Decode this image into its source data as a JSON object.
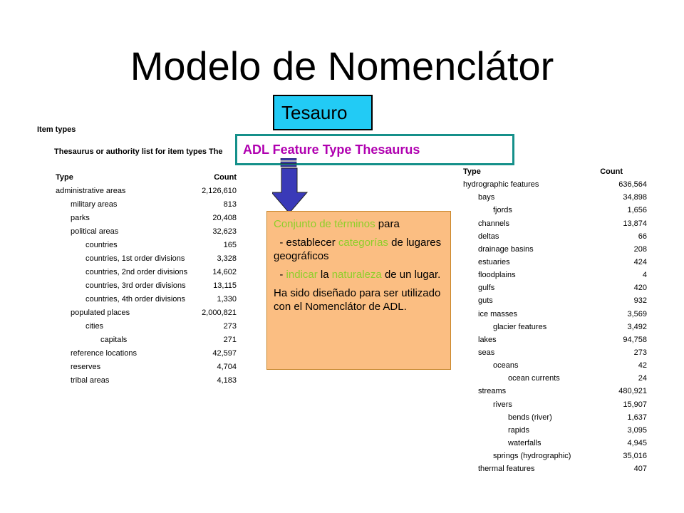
{
  "slide": {
    "title": "Modelo de Nomenclátor",
    "tesauro_label": "Tesauro",
    "adl_label": "ADL Feature Type Thesaurus"
  },
  "left_panel": {
    "heading": "Item types",
    "subheading": "Thesaurus or authority list for item types The",
    "col_type": "Type",
    "col_count": "Count",
    "rows": [
      {
        "name": "administrative areas",
        "count": "2,126,610",
        "level": 0
      },
      {
        "name": "military areas",
        "count": "813",
        "level": 1
      },
      {
        "name": "parks",
        "count": "20,408",
        "level": 1
      },
      {
        "name": "political areas",
        "count": "32,623",
        "level": 1
      },
      {
        "name": "countries",
        "count": "165",
        "level": 2
      },
      {
        "name": "countries, 1st order divisions",
        "count": "3,328",
        "level": 2
      },
      {
        "name": "countries, 2nd order divisions",
        "count": "14,602",
        "level": 2
      },
      {
        "name": "countries, 3rd order divisions",
        "count": "13,115",
        "level": 2
      },
      {
        "name": "countries, 4th order divisions",
        "count": "1,330",
        "level": 2
      },
      {
        "name": "populated places",
        "count": "2,000,821",
        "level": 1
      },
      {
        "name": "cities",
        "count": "273",
        "level": 2
      },
      {
        "name": "capitals",
        "count": "271",
        "level": 3
      },
      {
        "name": "reference locations",
        "count": "42,597",
        "level": 1
      },
      {
        "name": "reserves",
        "count": "4,704",
        "level": 1
      },
      {
        "name": "tribal areas",
        "count": "4,183",
        "level": 1
      }
    ]
  },
  "right_panel": {
    "col_type": "Type",
    "col_count": "Count",
    "rows": [
      {
        "name": "hydrographic features",
        "count": "636,564",
        "level": 0
      },
      {
        "name": "bays",
        "count": "34,898",
        "level": 1
      },
      {
        "name": "fjords",
        "count": "1,656",
        "level": 2
      },
      {
        "name": "channels",
        "count": "13,874",
        "level": 1
      },
      {
        "name": "deltas",
        "count": "66",
        "level": 1
      },
      {
        "name": "drainage basins",
        "count": "208",
        "level": 1
      },
      {
        "name": "estuaries",
        "count": "424",
        "level": 1
      },
      {
        "name": "floodplains",
        "count": "4",
        "level": 1
      },
      {
        "name": "gulfs",
        "count": "420",
        "level": 1
      },
      {
        "name": "guts",
        "count": "932",
        "level": 1
      },
      {
        "name": "ice masses",
        "count": "3,569",
        "level": 1
      },
      {
        "name": "glacier features",
        "count": "3,492",
        "level": 2
      },
      {
        "name": "lakes",
        "count": "94,758",
        "level": 1
      },
      {
        "name": "seas",
        "count": "273",
        "level": 1
      },
      {
        "name": "oceans",
        "count": "42",
        "level": 2
      },
      {
        "name": "ocean currents",
        "count": "24",
        "level": 3
      },
      {
        "name": "streams",
        "count": "480,921",
        "level": 1
      },
      {
        "name": "rivers",
        "count": "15,907",
        "level": 2
      },
      {
        "name": "bends (river)",
        "count": "1,637",
        "level": 3
      },
      {
        "name": "rapids",
        "count": "3,095",
        "level": 3
      },
      {
        "name": "waterfalls",
        "count": "4,945",
        "level": 3
      },
      {
        "name": "springs (hydrographic)",
        "count": "35,016",
        "level": 2
      },
      {
        "name": "thermal features",
        "count": "407",
        "level": 1
      }
    ]
  },
  "description": {
    "p1_hl": "Conjunto de términos",
    "p1_rest": " para",
    "p2_pre": "  - establecer ",
    "p2_hl": "categorías",
    "p2_post": " de lugares geográficos",
    "p3_pre": "  - ",
    "p3_hl1": "indicar",
    "p3_mid": " la ",
    "p3_hl2": "naturaleza",
    "p3_post": " de un lugar.",
    "p4": "Ha sido diseñado para ser utilizado con el Nomenclátor de ADL."
  },
  "colors": {
    "tesauro_bg": "#22cbf5",
    "adl_border": "#15908a",
    "adl_text": "#b000b0",
    "desc_bg": "#fbbe82",
    "highlight_text": "#8ecf2a",
    "arrow_fill": "#3a3ab8"
  },
  "icons": {
    "arrow": "down-arrow-icon"
  }
}
